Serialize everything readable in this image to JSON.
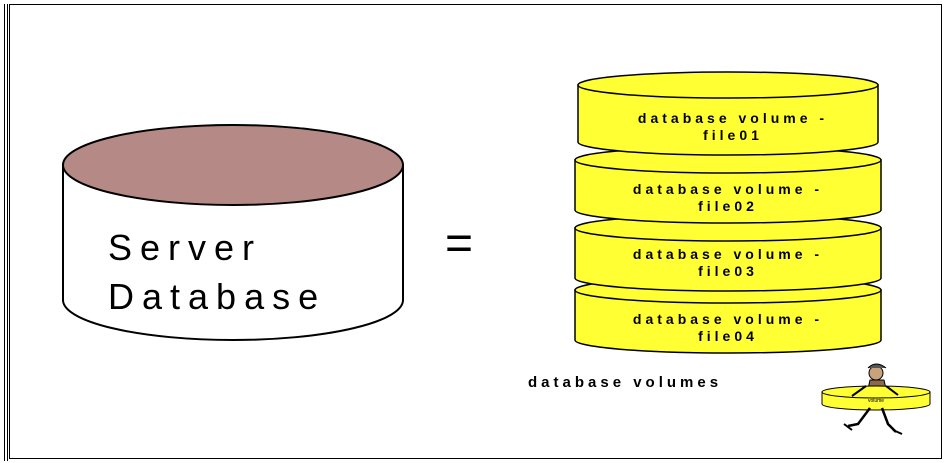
{
  "server": {
    "line1": "Server",
    "line2": "Database"
  },
  "equals": "=",
  "volumes": [
    {
      "line1": "database volume -",
      "line2": "file01"
    },
    {
      "line1": "database volume -",
      "line2": "file02"
    },
    {
      "line1": "database volume -",
      "line2": "file03"
    },
    {
      "line1": "database volume -",
      "line2": "file04"
    }
  ],
  "caption": "database volumes",
  "mascot_label": "volume",
  "colors": {
    "server_top": "#b58a86",
    "volume_fill": "#ffff33",
    "outline": "#000000"
  }
}
